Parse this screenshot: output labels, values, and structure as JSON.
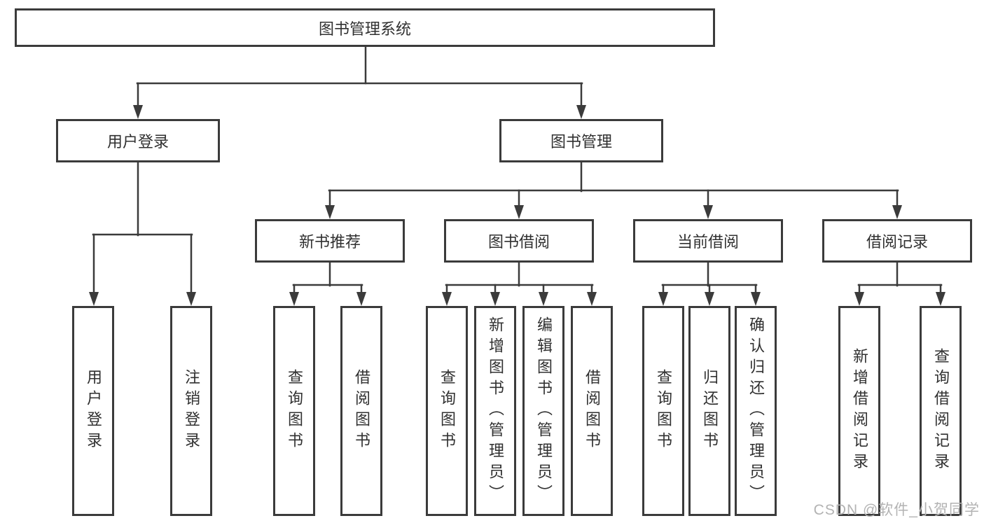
{
  "tree": {
    "label": "图书管理系统",
    "children": [
      {
        "label": "用户登录",
        "children": [
          {
            "label": "用户登录"
          },
          {
            "label": "注销登录"
          }
        ]
      },
      {
        "label": "图书管理",
        "children": [
          {
            "label": "新书推荐",
            "children": [
              {
                "label": "查询图书"
              },
              {
                "label": "借阅图书"
              }
            ]
          },
          {
            "label": "图书借阅",
            "children": [
              {
                "label": "查询图书"
              },
              {
                "label": "新增图书（管理员）"
              },
              {
                "label": "编辑图书（管理员）"
              },
              {
                "label": "借阅图书"
              }
            ]
          },
          {
            "label": "当前借阅",
            "children": [
              {
                "label": "查询图书"
              },
              {
                "label": "归还图书"
              },
              {
                "label": "确认归还（管理员）"
              }
            ]
          },
          {
            "label": "借阅记录",
            "children": [
              {
                "label": "新增借阅记录"
              },
              {
                "label": "查询借阅记录"
              }
            ]
          }
        ]
      }
    ]
  },
  "watermark": {
    "text": "CSDN @软件_小贺同学"
  },
  "colors": {
    "line": "#3b3b3b",
    "box_border": "#3b3b3b",
    "text": "#303030",
    "background": "#ffffff",
    "watermark": "#b3b3b3"
  }
}
